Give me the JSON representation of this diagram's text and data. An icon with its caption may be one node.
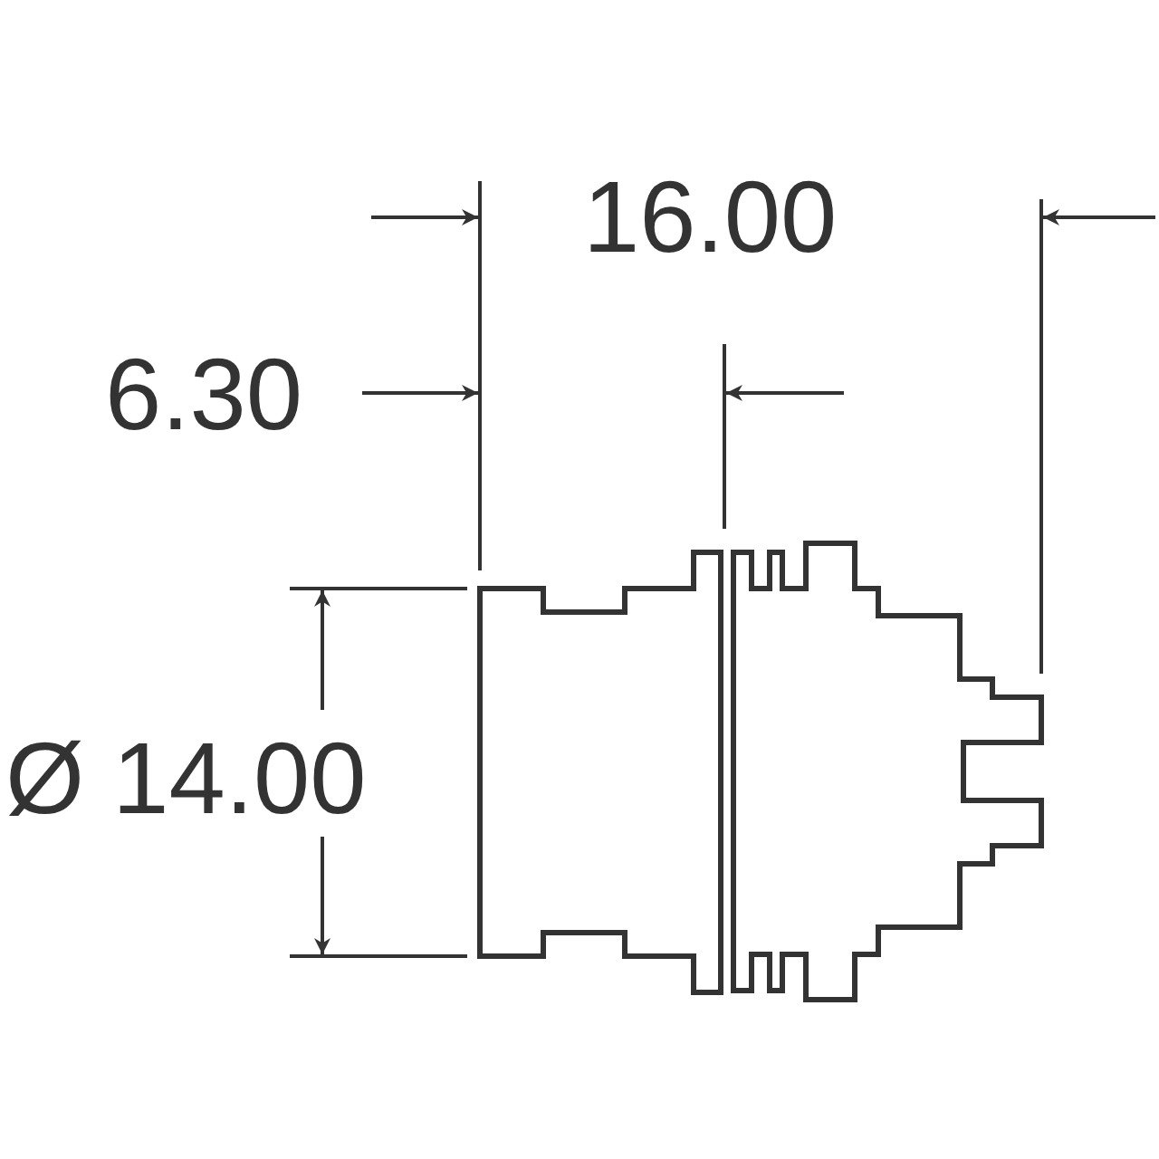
{
  "diagram": {
    "labels": [
      "16.00",
      "6.30",
      "Ø 14.00"
    ]
  }
}
